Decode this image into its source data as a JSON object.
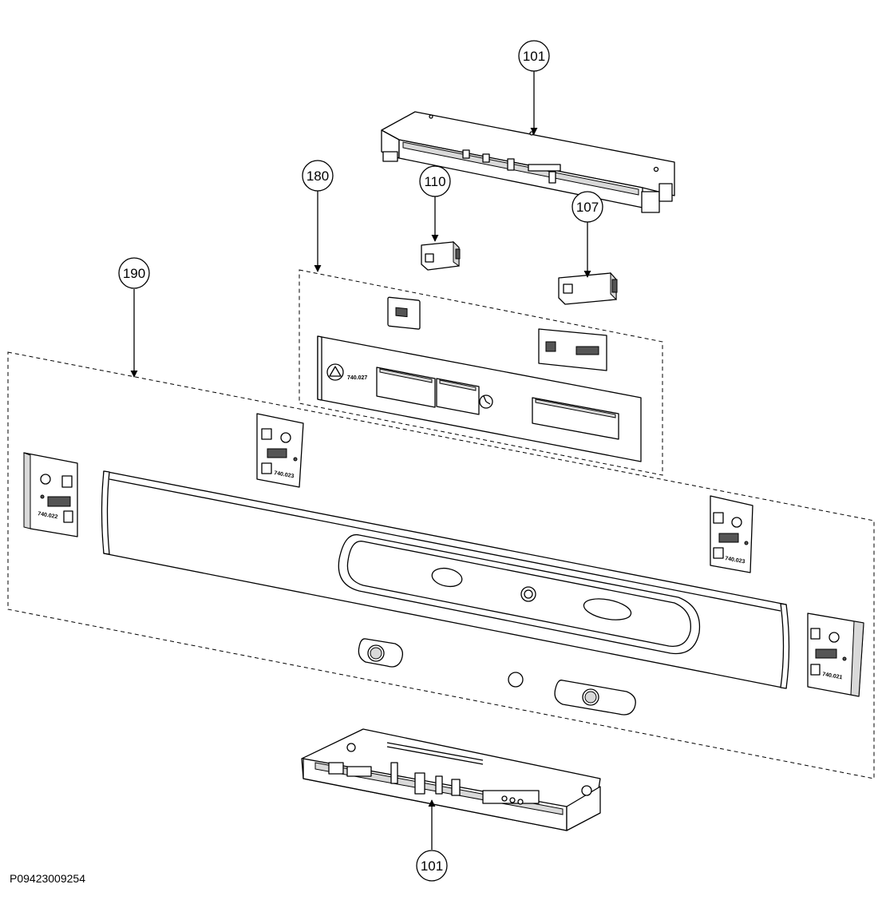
{
  "figure_id": "P09423009254",
  "callouts": [
    {
      "id": "top-101",
      "label": "101"
    },
    {
      "id": "c180",
      "label": "180"
    },
    {
      "id": "c110",
      "label": "110"
    },
    {
      "id": "c107",
      "label": "107"
    },
    {
      "id": "c190",
      "label": "190"
    },
    {
      "id": "bottom-101",
      "label": "101"
    }
  ],
  "part_markings": {
    "display_panel": "740.027",
    "end_cap_left_outer": "740.022",
    "end_cap_left_inner": "740.023",
    "end_cap_right_inner": "740.023",
    "end_cap_right_outer": "740.021"
  },
  "colors": {
    "line": "#000000",
    "background": "#ffffff",
    "shade": "#d9d9d9"
  }
}
